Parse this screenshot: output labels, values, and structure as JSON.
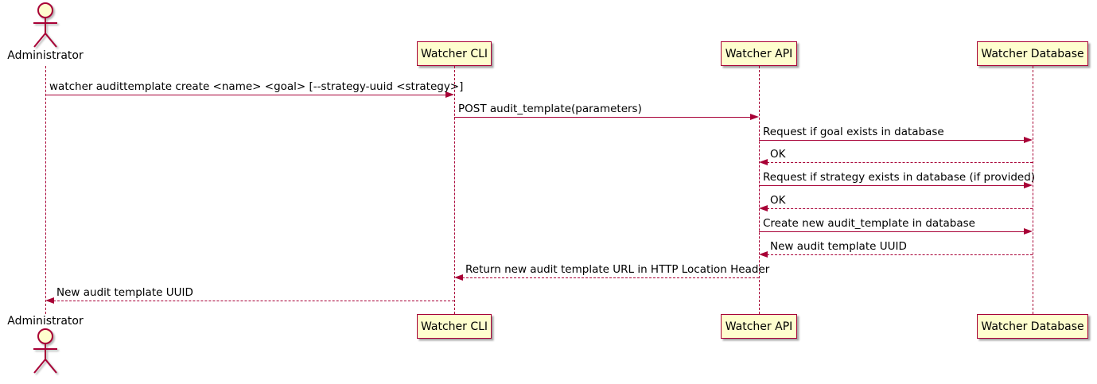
{
  "diagram": {
    "type": "sequence",
    "colors": {
      "accent": "#A80036",
      "fill": "#FEFECE",
      "text": "#000000",
      "background": "#FFFFFF"
    },
    "actors": [
      {
        "id": "administrator",
        "label": "Administrator",
        "kind": "actor"
      },
      {
        "id": "watcher-cli",
        "label": "Watcher CLI",
        "kind": "participant"
      },
      {
        "id": "watcher-api",
        "label": "Watcher API",
        "kind": "participant"
      },
      {
        "id": "watcher-database",
        "label": "Watcher Database",
        "kind": "participant"
      }
    ],
    "messages": [
      {
        "from": "administrator",
        "to": "watcher-cli",
        "style": "solid",
        "label": "watcher audittemplate create <name> <goal> [--strategy-uuid <strategy>]"
      },
      {
        "from": "watcher-cli",
        "to": "watcher-api",
        "style": "solid",
        "label": "POST audit_template(parameters)"
      },
      {
        "from": "watcher-api",
        "to": "watcher-database",
        "style": "solid",
        "label": "Request if goal exists in database"
      },
      {
        "from": "watcher-database",
        "to": "watcher-api",
        "style": "dashed",
        "label": "OK"
      },
      {
        "from": "watcher-api",
        "to": "watcher-database",
        "style": "solid",
        "label": "Request if strategy exists in database (if provided)"
      },
      {
        "from": "watcher-database",
        "to": "watcher-api",
        "style": "dashed",
        "label": "OK"
      },
      {
        "from": "watcher-api",
        "to": "watcher-database",
        "style": "solid",
        "label": "Create new audit_template in database"
      },
      {
        "from": "watcher-database",
        "to": "watcher-api",
        "style": "dashed",
        "label": "New audit template UUID"
      },
      {
        "from": "watcher-api",
        "to": "watcher-cli",
        "style": "dashed",
        "label": "Return new audit template URL in HTTP Location Header"
      },
      {
        "from": "watcher-cli",
        "to": "administrator",
        "style": "dashed",
        "label": "New audit template UUID"
      }
    ]
  }
}
